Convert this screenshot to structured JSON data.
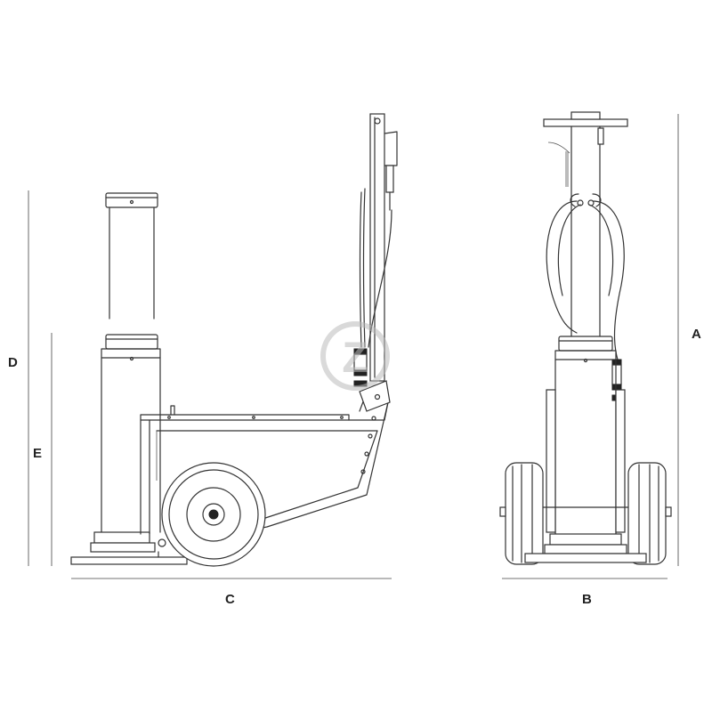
{
  "dimension_labels": {
    "a": "A",
    "b": "B",
    "c": "C",
    "d": "D",
    "e": "E"
  },
  "watermark": {
    "letter": "Z"
  },
  "colors": {
    "line": "#333333",
    "background": "#ffffff",
    "watermark": "#bbbbbb"
  }
}
